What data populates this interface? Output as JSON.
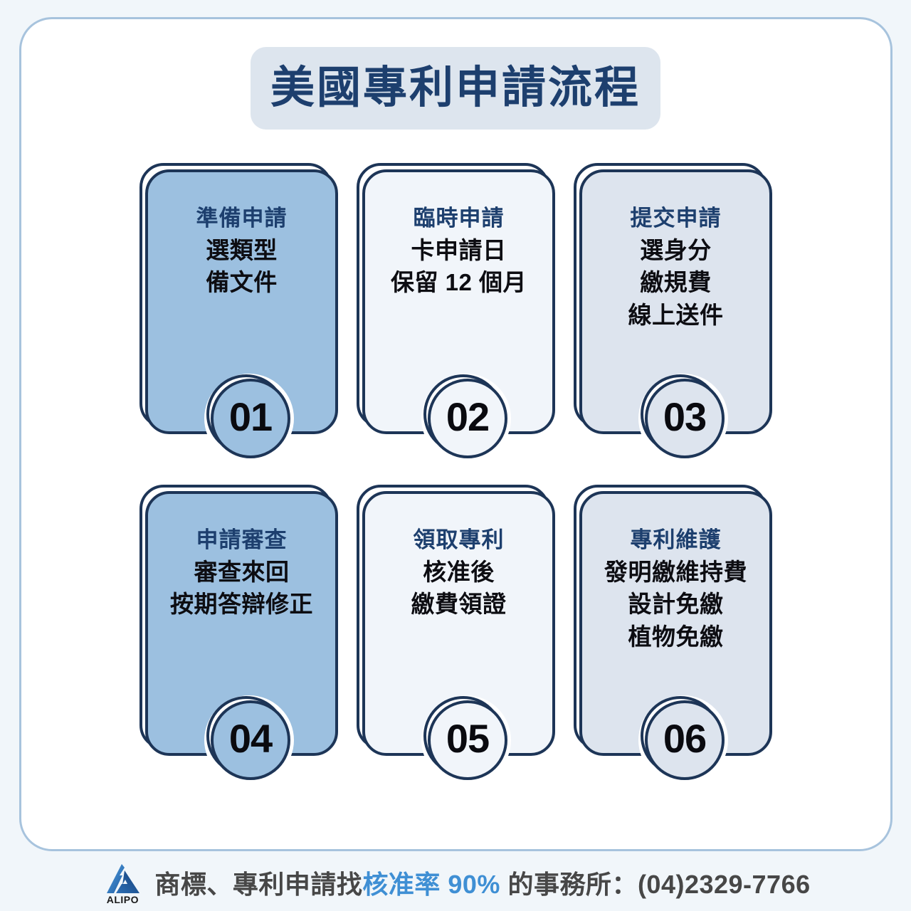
{
  "title": "美國專利申請流程",
  "theme": {
    "page_bg": "#f1f6fa",
    "panel_bg": "#ffffff",
    "panel_border": "#a7c3dd",
    "title_bg": "#dde5ee",
    "navy": "#1d3557",
    "head_text": "#1d3f6e",
    "body_text": "#0d0d12",
    "footer_text": "#474747",
    "footer_highlight": "#3f8fd4"
  },
  "steps": [
    {
      "number": "01",
      "head": "準備申請",
      "lines": [
        "選類型",
        "備文件"
      ],
      "fill": "#9cc0e0"
    },
    {
      "number": "02",
      "head": "臨時申請",
      "lines": [
        "卡申請日",
        "保留 12 個月"
      ],
      "fill": "#f1f5fa"
    },
    {
      "number": "03",
      "head": "提交申請",
      "lines": [
        "選身分",
        "繳規費",
        "線上送件"
      ],
      "fill": "#dde4ee"
    },
    {
      "number": "04",
      "head": "申請審查",
      "lines": [
        "審查來回",
        "按期答辯修正"
      ],
      "fill": "#9cc0e0"
    },
    {
      "number": "05",
      "head": "領取專利",
      "lines": [
        "核准後",
        "繳費領證"
      ],
      "fill": "#f1f5fa"
    },
    {
      "number": "06",
      "head": "專利維護",
      "lines": [
        "發明繳維持費",
        "設計免繳",
        "植物免繳"
      ],
      "fill": "#dde4ee"
    }
  ],
  "footer": {
    "logo_word": "ALIPO",
    "text_before": "商標、專利申請找",
    "text_highlight": "核准率 90%",
    "text_after": " 的事務所：(04)2329-7766"
  }
}
